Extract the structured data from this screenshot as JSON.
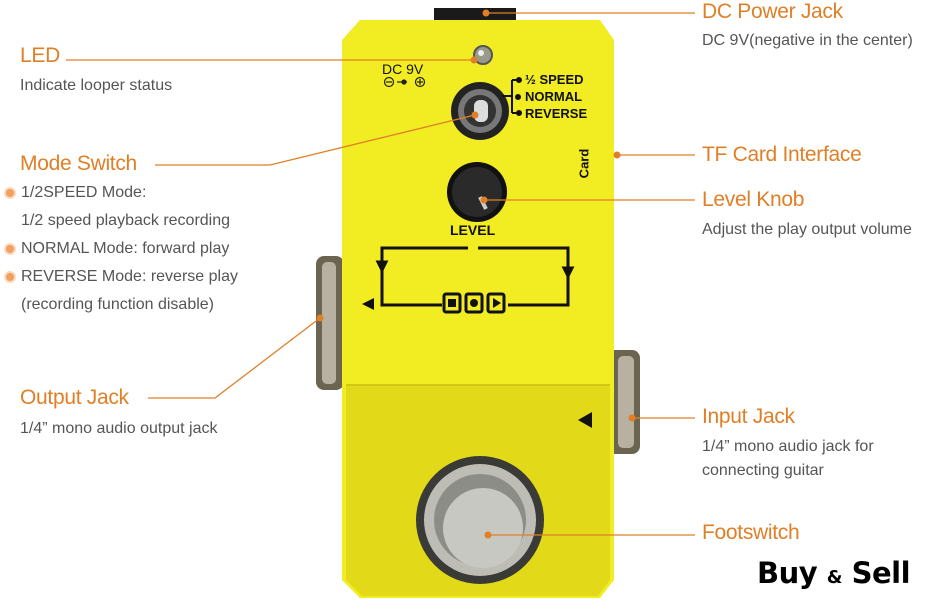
{
  "callouts": {
    "dc_power": {
      "title": "DC Power Jack",
      "desc": "DC 9V(negative in the center)"
    },
    "led": {
      "title": "LED",
      "desc": "Indicate looper status"
    },
    "tf_card": {
      "title": "TF Card Interface"
    },
    "mode_switch": {
      "title": "Mode Switch",
      "items": [
        "1/2SPEED Mode:",
        "1/2 speed playback recording",
        "NORMAL Mode: forward play",
        "REVERSE Mode: reverse play",
        "(recording function disable)"
      ]
    },
    "level_knob": {
      "title": "Level Knob",
      "desc": "Adjust the play output volume"
    },
    "output_jack": {
      "title": "Output Jack",
      "desc": "1/4” mono audio output jack"
    },
    "input_jack": {
      "title": "Input Jack",
      "desc": [
        "1/4” mono audio jack for",
        "connecting guitar"
      ]
    },
    "footswitch": {
      "title": "Footswitch"
    }
  },
  "pedal": {
    "dc_label": "DC 9V",
    "modes": [
      "½ SPEED",
      "NORMAL",
      "REVERSE"
    ],
    "level_label": "LEVEL",
    "card_label": "Card",
    "color": "#f2ec22"
  },
  "watermark": {
    "buy": "Buy",
    "amp": "&",
    "sell": "Sell"
  },
  "accent_color": "#e07f26"
}
